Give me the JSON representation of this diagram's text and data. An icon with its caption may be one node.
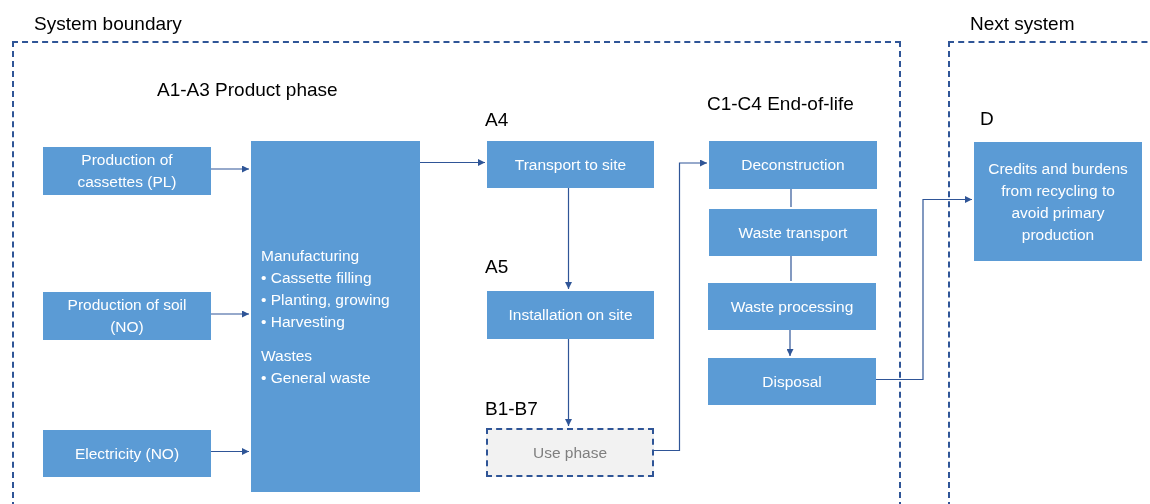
{
  "diagram": {
    "nodes": [
      {
        "text": [
          "System boundary"
        ]
      },
      {
        "text": [
          "Next system"
        ]
      },
      {
        "text": [
          "Production of cassettes (PL)"
        ],
        "in": 0
      },
      {
        "text": [
          "Production of soil (NO)"
        ],
        "in": 0
      },
      {
        "text": [
          "Electricity (NO)"
        ],
        "in": 0
      },
      {
        "text": [
          "Manufacturing",
          "• Cassette filling",
          "• Planting, growing",
          "• Harvesting",
          "Wastes",
          "• General waste"
        ],
        "in": 0
      },
      {
        "text": [
          "Transport to site"
        ],
        "in": 0
      },
      {
        "text": [
          "Installation on site"
        ],
        "in": 0
      },
      {
        "text": [
          "Use phase"
        ],
        "in": 0
      },
      {
        "text": [
          "Deconstruction"
        ],
        "in": 0
      },
      {
        "text": [
          "Waste transport"
        ],
        "in": 0
      },
      {
        "text": [
          "Waste processing"
        ],
        "in": 0
      },
      {
        "text": [
          "Disposal"
        ],
        "in": 0
      },
      {
        "text": [
          "Credits and burdens from recycling to avoid primary production"
        ],
        "in": 1
      }
    ],
    "edges": [
      {
        "from": 2,
        "to": 5,
        "arrow": "to"
      },
      {
        "from": 3,
        "to": 5,
        "arrow": "to"
      },
      {
        "from": 4,
        "to": 5,
        "arrow": "to"
      },
      {
        "from": 5,
        "to": 6,
        "arrow": "to"
      },
      {
        "from": 6,
        "to": 7,
        "arrow": "to"
      },
      {
        "from": 7,
        "to": 8,
        "arrow": "to"
      },
      {
        "from": 8,
        "to": 9,
        "arrow": "to"
      },
      {
        "from": 9,
        "to": 10,
        "arrow": "none"
      },
      {
        "from": 10,
        "to": 11,
        "arrow": "none"
      },
      {
        "from": 11,
        "to": 12,
        "arrow": "to"
      },
      {
        "from": 12,
        "to": 13,
        "arrow": "to"
      }
    ],
    "labels": [
      "A1-A3 Product phase",
      "A4",
      "A5",
      "B1-B7",
      "C1-C4 End-of-life",
      "D"
    ]
  }
}
